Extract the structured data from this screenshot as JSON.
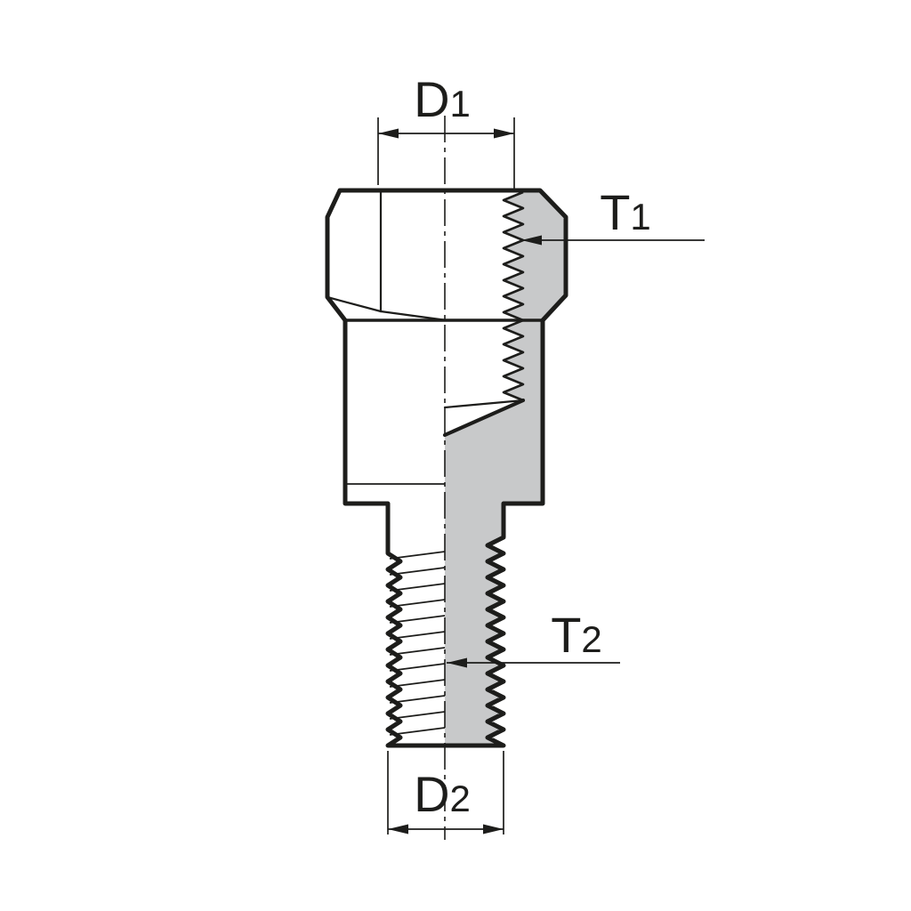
{
  "diagram": {
    "colors": {
      "line": "#1d1d1b",
      "section_fill": "#c8c9ca",
      "background": "#ffffff"
    },
    "labels": {
      "d1": {
        "base": "D",
        "sub": "1"
      },
      "t1": {
        "base": "T",
        "sub": "1"
      },
      "t2": {
        "base": "T",
        "sub": "2"
      },
      "d2": {
        "base": "D",
        "sub": "2"
      }
    }
  }
}
